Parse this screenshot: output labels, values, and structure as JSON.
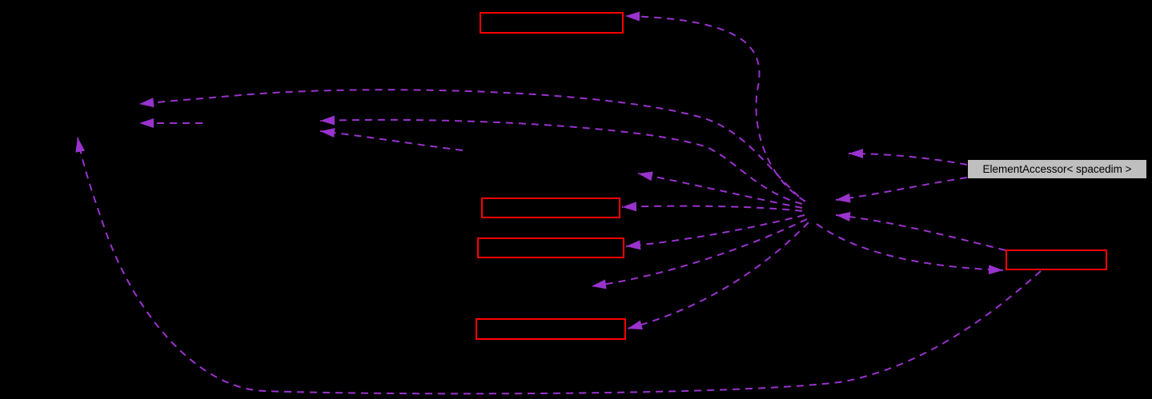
{
  "diagram": {
    "type": "doxygen-collaboration-graph",
    "background_color": "#000000",
    "edge_color": "#9A32CD",
    "class_box_border_color": "#FF0000",
    "focus_node": {
      "label": "ElementAccessor< spacedim >",
      "fill_color": "#BFBFBF",
      "text_color": "#000000"
    },
    "class_boxes": [
      {
        "id": "top",
        "label": ""
      },
      {
        "id": "middle-upper",
        "label": ""
      },
      {
        "id": "middle-lower",
        "label": ""
      },
      {
        "id": "bottom",
        "label": ""
      },
      {
        "id": "right",
        "label": ""
      }
    ],
    "edge_style": "dashed",
    "edge_count": 15
  }
}
